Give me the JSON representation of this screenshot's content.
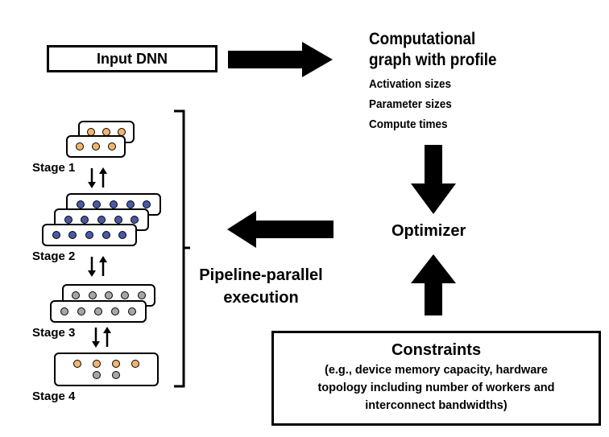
{
  "input_label": "Input DNN",
  "graph": {
    "title_line1": "Computational",
    "title_line2": "graph with profile",
    "items": [
      "Activation sizes",
      "Parameter sizes",
      "Compute times"
    ]
  },
  "optimizer_label": "Optimizer",
  "pipeline": {
    "line1": "Pipeline-parallel",
    "line2": "execution"
  },
  "constraints": {
    "title": "Constraints",
    "line1": "(e.g., device memory capacity, hardware",
    "line2": "topology including number of workers and",
    "line3": "interconnect bandwidths)"
  },
  "stages": [
    "Stage 1",
    "Stage 2",
    "Stage 3",
    "Stage 4"
  ],
  "colors": {
    "orange_unit": "#f2b46e",
    "blue_unit": "#4a58a8",
    "gray_unit": "#a6a6a6"
  }
}
